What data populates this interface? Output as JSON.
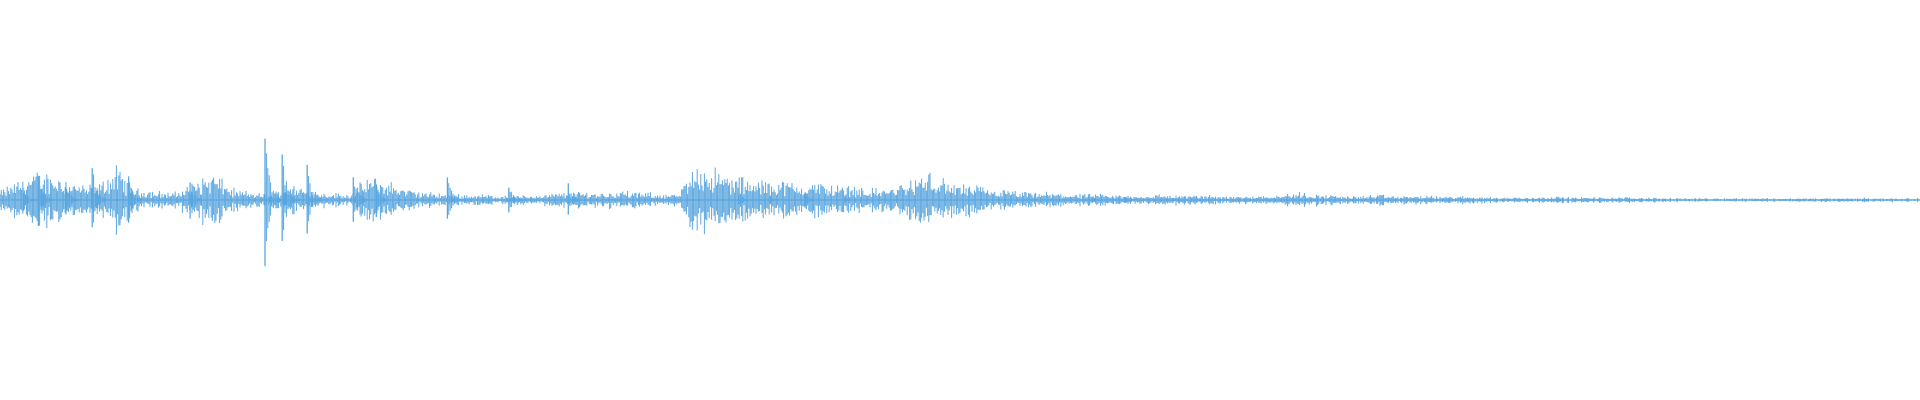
{
  "waveform": {
    "color": "#5aa6df",
    "amplitudes": [
      0.1,
      0.22,
      0.3,
      0.28,
      0.18,
      0.14,
      0.35,
      0.12,
      0.1,
      0.08,
      0.2,
      0.3,
      0.12,
      0.08,
      0.06,
      0.18,
      0.1,
      0.08,
      0.06,
      0.25,
      0.2,
      0.12,
      0.08,
      0.07,
      0.06,
      0.06,
      0.05,
      0.05,
      0.06,
      0.08,
      0.09,
      0.08,
      0.1,
      0.08,
      0.07,
      0.06,
      0.45,
      0.3,
      0.25,
      0.2,
      0.22,
      0.18,
      0.2,
      0.16,
      0.15,
      0.12,
      0.14,
      0.22,
      0.3,
      0.18,
      0.16,
      0.12,
      0.1,
      0.08,
      0.08,
      0.07,
      0.06,
      0.06,
      0.05,
      0.05,
      0.06,
      0.05,
      0.05,
      0.05,
      0.04,
      0.05,
      0.06,
      0.08,
      0.06,
      0.05,
      0.04,
      0.06,
      0.04,
      0.05,
      0.04,
      0.04,
      0.04,
      0.03,
      0.03,
      0.03,
      0.04,
      0.03,
      0.03,
      0.03,
      0.03,
      0.03,
      0.02,
      0.02,
      0.02,
      0.02,
      0.02,
      0.02,
      0.02,
      0.02,
      0.02,
      0.02,
      0.02,
      0.02,
      0.02,
      0.02
    ],
    "spikes": [
      {
        "pos": 0.012,
        "amp": 0.22
      },
      {
        "pos": 0.02,
        "amp": 0.4
      },
      {
        "pos": 0.034,
        "amp": 0.28
      },
      {
        "pos": 0.048,
        "amp": 0.55
      },
      {
        "pos": 0.067,
        "amp": 0.33
      },
      {
        "pos": 0.099,
        "amp": 0.25
      },
      {
        "pos": 0.138,
        "amp": 0.98
      },
      {
        "pos": 0.147,
        "amp": 0.72
      },
      {
        "pos": 0.16,
        "amp": 0.52
      },
      {
        "pos": 0.184,
        "amp": 0.44
      },
      {
        "pos": 0.196,
        "amp": 0.24
      },
      {
        "pos": 0.233,
        "amp": 0.38
      },
      {
        "pos": 0.265,
        "amp": 0.22
      },
      {
        "pos": 0.296,
        "amp": 0.21
      },
      {
        "pos": 0.385,
        "amp": 0.09
      },
      {
        "pos": 0.401,
        "amp": 0.06
      },
      {
        "pos": 0.419,
        "amp": 0.14
      },
      {
        "pos": 0.44,
        "amp": 0.04
      },
      {
        "pos": 0.569,
        "amp": 0.04
      },
      {
        "pos": 0.586,
        "amp": 0.07
      },
      {
        "pos": 0.914,
        "amp": 0.03
      },
      {
        "pos": 0.971,
        "amp": 0.03
      }
    ]
  }
}
